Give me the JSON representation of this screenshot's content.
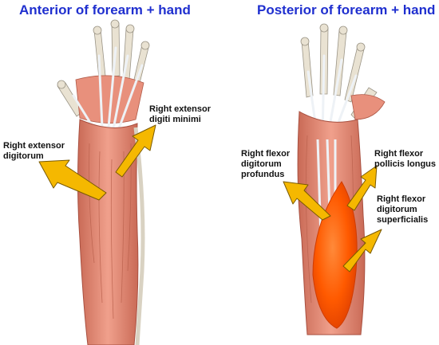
{
  "panels": {
    "left": {
      "title": "Anterior of forearm + hand",
      "labels": {
        "extensor_digitorum": "Right extensor\ndigitorum",
        "extensor_digiti_minimi": "Right extensor\ndigiti minimi"
      }
    },
    "right": {
      "title": "Posterior of forearm + hand",
      "labels": {
        "flexor_digitorum_profundus": "Right flexor\ndigitorum\nprofundus",
        "flexor_pollicis_longus": "Right flexor\npollicis longus",
        "flexor_digitorum_superficialis": "Right flexor\ndigitorum\nsuperficialis"
      }
    }
  },
  "colors": {
    "title": "#1f2fcf",
    "arrow_fill": "#f5b800",
    "arrow_outline": "#7a5a00",
    "muscle": "#e8907c",
    "muscle_dark": "#c96a56",
    "tendon": "#eef2f6",
    "bone": "#e9e2d2",
    "highlight": "#ff5a00"
  }
}
